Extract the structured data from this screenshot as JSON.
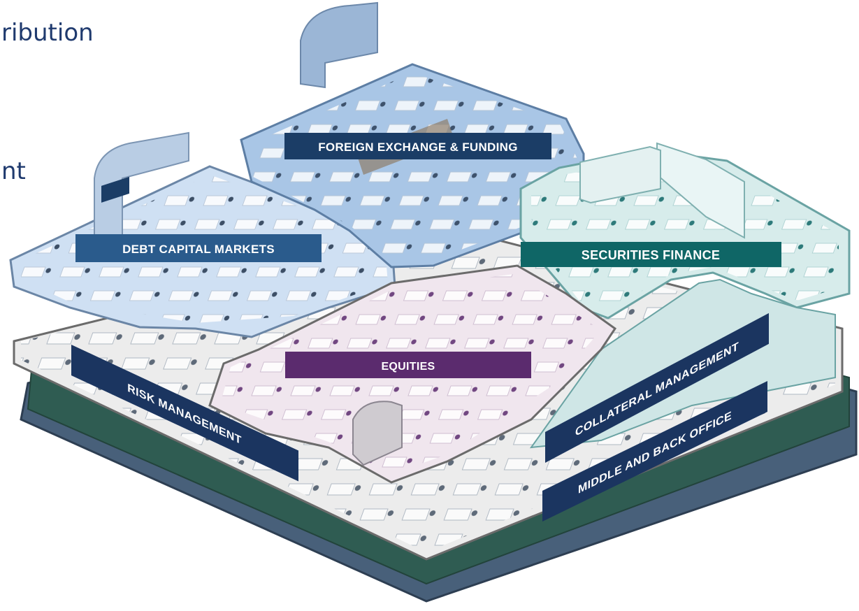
{
  "background_text": {
    "line1": "ribution",
    "line2": "nt"
  },
  "floors": {
    "foreign_exchange": {
      "label": "FOREIGN EXCHANGE & FUNDING",
      "color": "#1b3d66"
    },
    "debt_capital_markets": {
      "label": "DEBT CAPITAL MARKETS",
      "color": "#2a5b8c"
    },
    "securities_finance": {
      "label": "SECURITIES FINANCE",
      "color": "#0f6666"
    },
    "equities": {
      "label": "EQUITIES",
      "color": "#5b2b6e"
    },
    "risk_management": {
      "label": "RISK MANAGEMENT",
      "color": "#1b3560"
    },
    "collateral_management": {
      "label": "COLLATERAL MANAGEMENT",
      "color": "#1b3560"
    },
    "middle_back_office": {
      "label": "MIDDLE AND BACK OFFICE",
      "color": "#1b3560"
    }
  }
}
